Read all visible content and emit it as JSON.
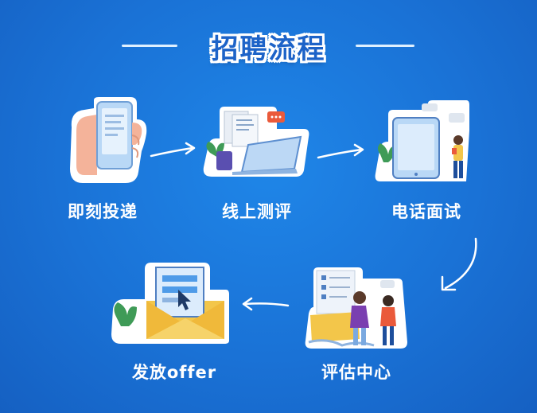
{
  "title": "招聘流程",
  "steps": [
    {
      "label": "即刻投递",
      "icon": "phone-in-hand-icon"
    },
    {
      "label": "线上测评",
      "icon": "laptop-documents-icon"
    },
    {
      "label": "电话面试",
      "icon": "tablet-person-icon"
    },
    {
      "label": "评估中心",
      "icon": "assessment-people-icon"
    },
    {
      "label": "发放offer",
      "icon": "envelope-letter-icon"
    }
  ],
  "colors": {
    "background": "#1a72d6",
    "title_text": "#1d63c8",
    "label_text": "#ffffff",
    "accent_yellow": "#f3c64a",
    "accent_green": "#3f9b57"
  }
}
